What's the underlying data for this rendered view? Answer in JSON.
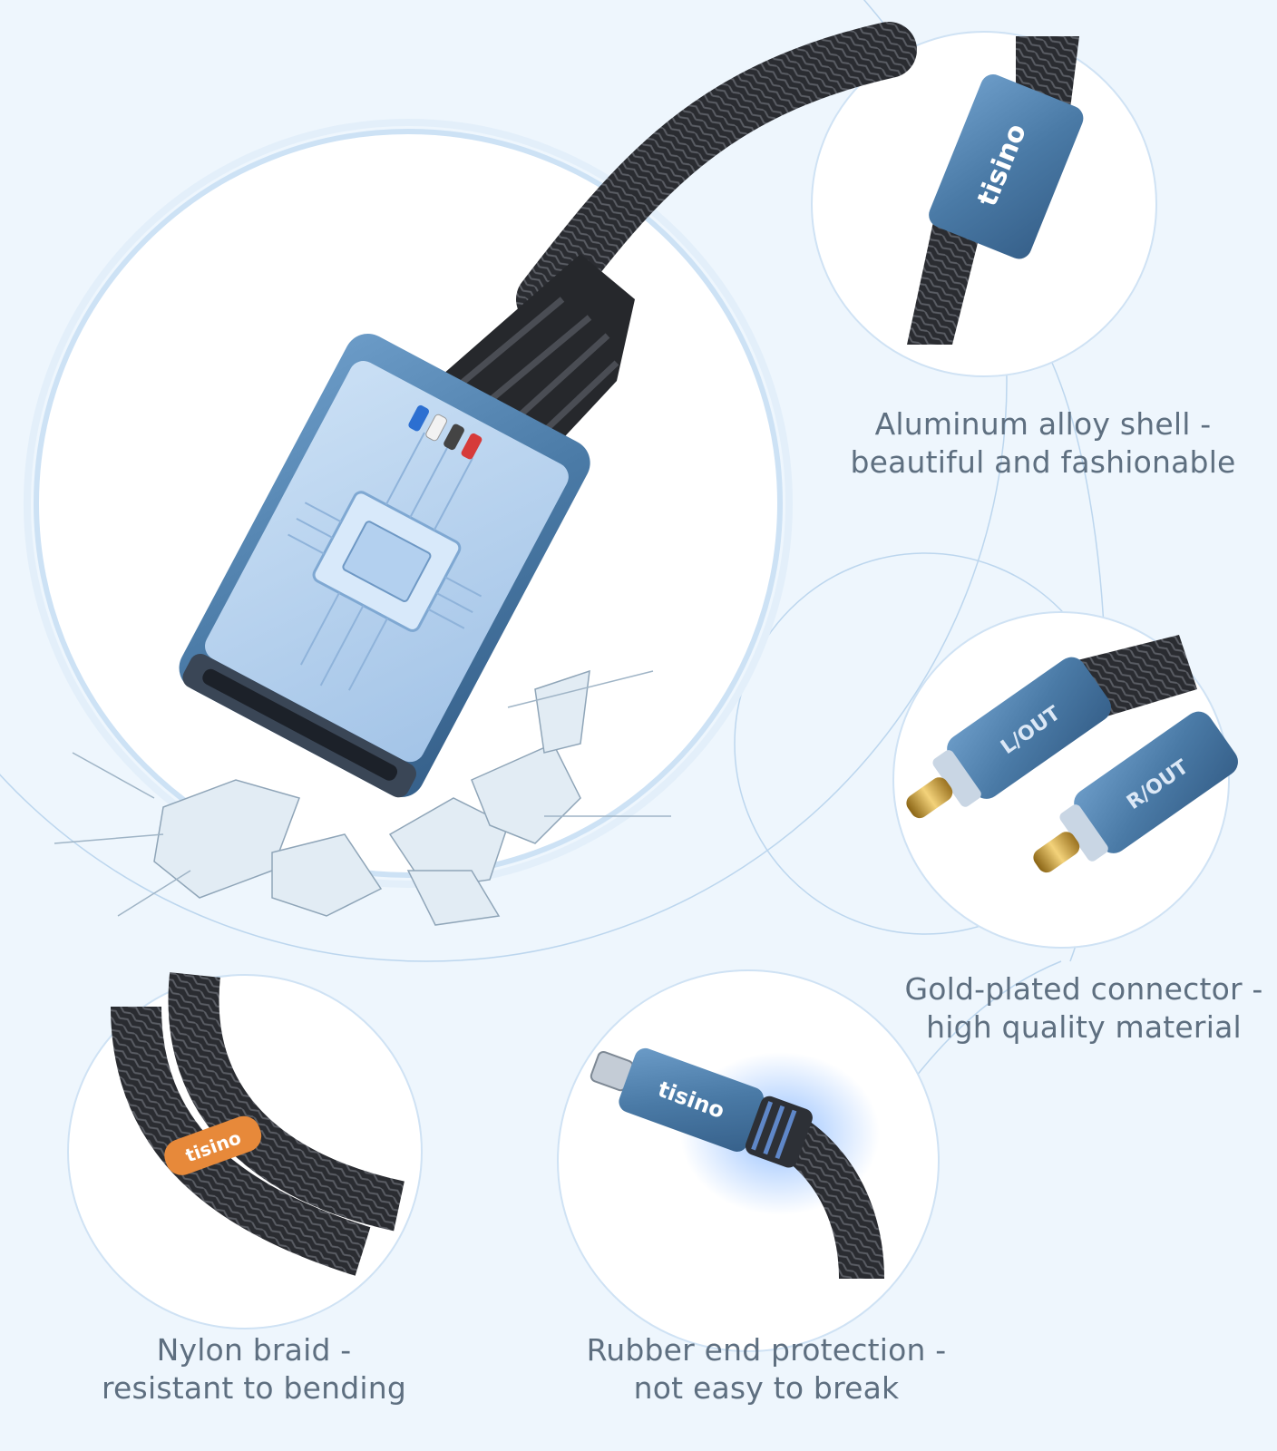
{
  "brand": "tisino",
  "features": {
    "aluminum_shell": {
      "line1": "Aluminum alloy shell -",
      "line2": "beautiful and fashionable"
    },
    "gold_connector": {
      "line1": "Gold-plated connector -",
      "line2": "high quality material"
    },
    "nylon_braid": {
      "line1": "Nylon braid -",
      "line2": "resistant to bending"
    },
    "rubber_end": {
      "line1": "Rubber end protection -",
      "line2": "not easy to break"
    }
  },
  "rca_labels": {
    "left": "L/OUT",
    "right": "R/OUT"
  },
  "colors": {
    "background": "#eef6fd",
    "connector_blue": "#4f7fab",
    "cable_black": "#2b2d31",
    "gold": "#d8a93c",
    "caption_gray": "#5e6f80",
    "accent_orange": "#e7893a"
  }
}
